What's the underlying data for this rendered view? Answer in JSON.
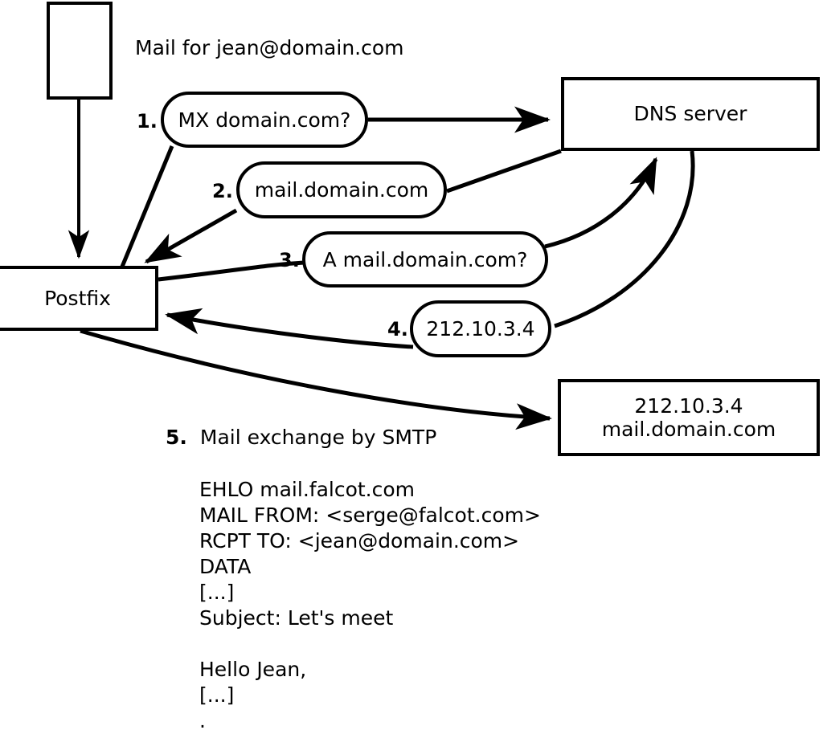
{
  "diagram": {
    "title_note": "Mail for jean@domain.com",
    "nodes": {
      "sender_client": "",
      "postfix": "Postfix",
      "dns_server": "DNS server",
      "remote_mail_server_line1": "212.10.3.4",
      "remote_mail_server_line2": "mail.domain.com"
    },
    "steps": [
      {
        "number": "1.",
        "label": "MX domain.com?"
      },
      {
        "number": "2.",
        "label": "mail.domain.com"
      },
      {
        "number": "3.",
        "label": "A mail.domain.com?"
      },
      {
        "number": "4.",
        "label": "212.10.3.4"
      },
      {
        "number": "5.",
        "label": "Mail exchange by SMTP"
      }
    ],
    "transcript": {
      "lines": [
        "EHLO mail.falcot.com",
        "MAIL FROM: <serge@falcot.com>",
        "RCPT TO: <jean@domain.com>",
        "DATA",
        "[...]",
        "Subject: Let's meet",
        "",
        "Hello Jean,",
        "[...]",
        "."
      ]
    },
    "colors": {
      "stroke": "#000000",
      "fill": "#ffffff",
      "text": "#000000"
    }
  }
}
